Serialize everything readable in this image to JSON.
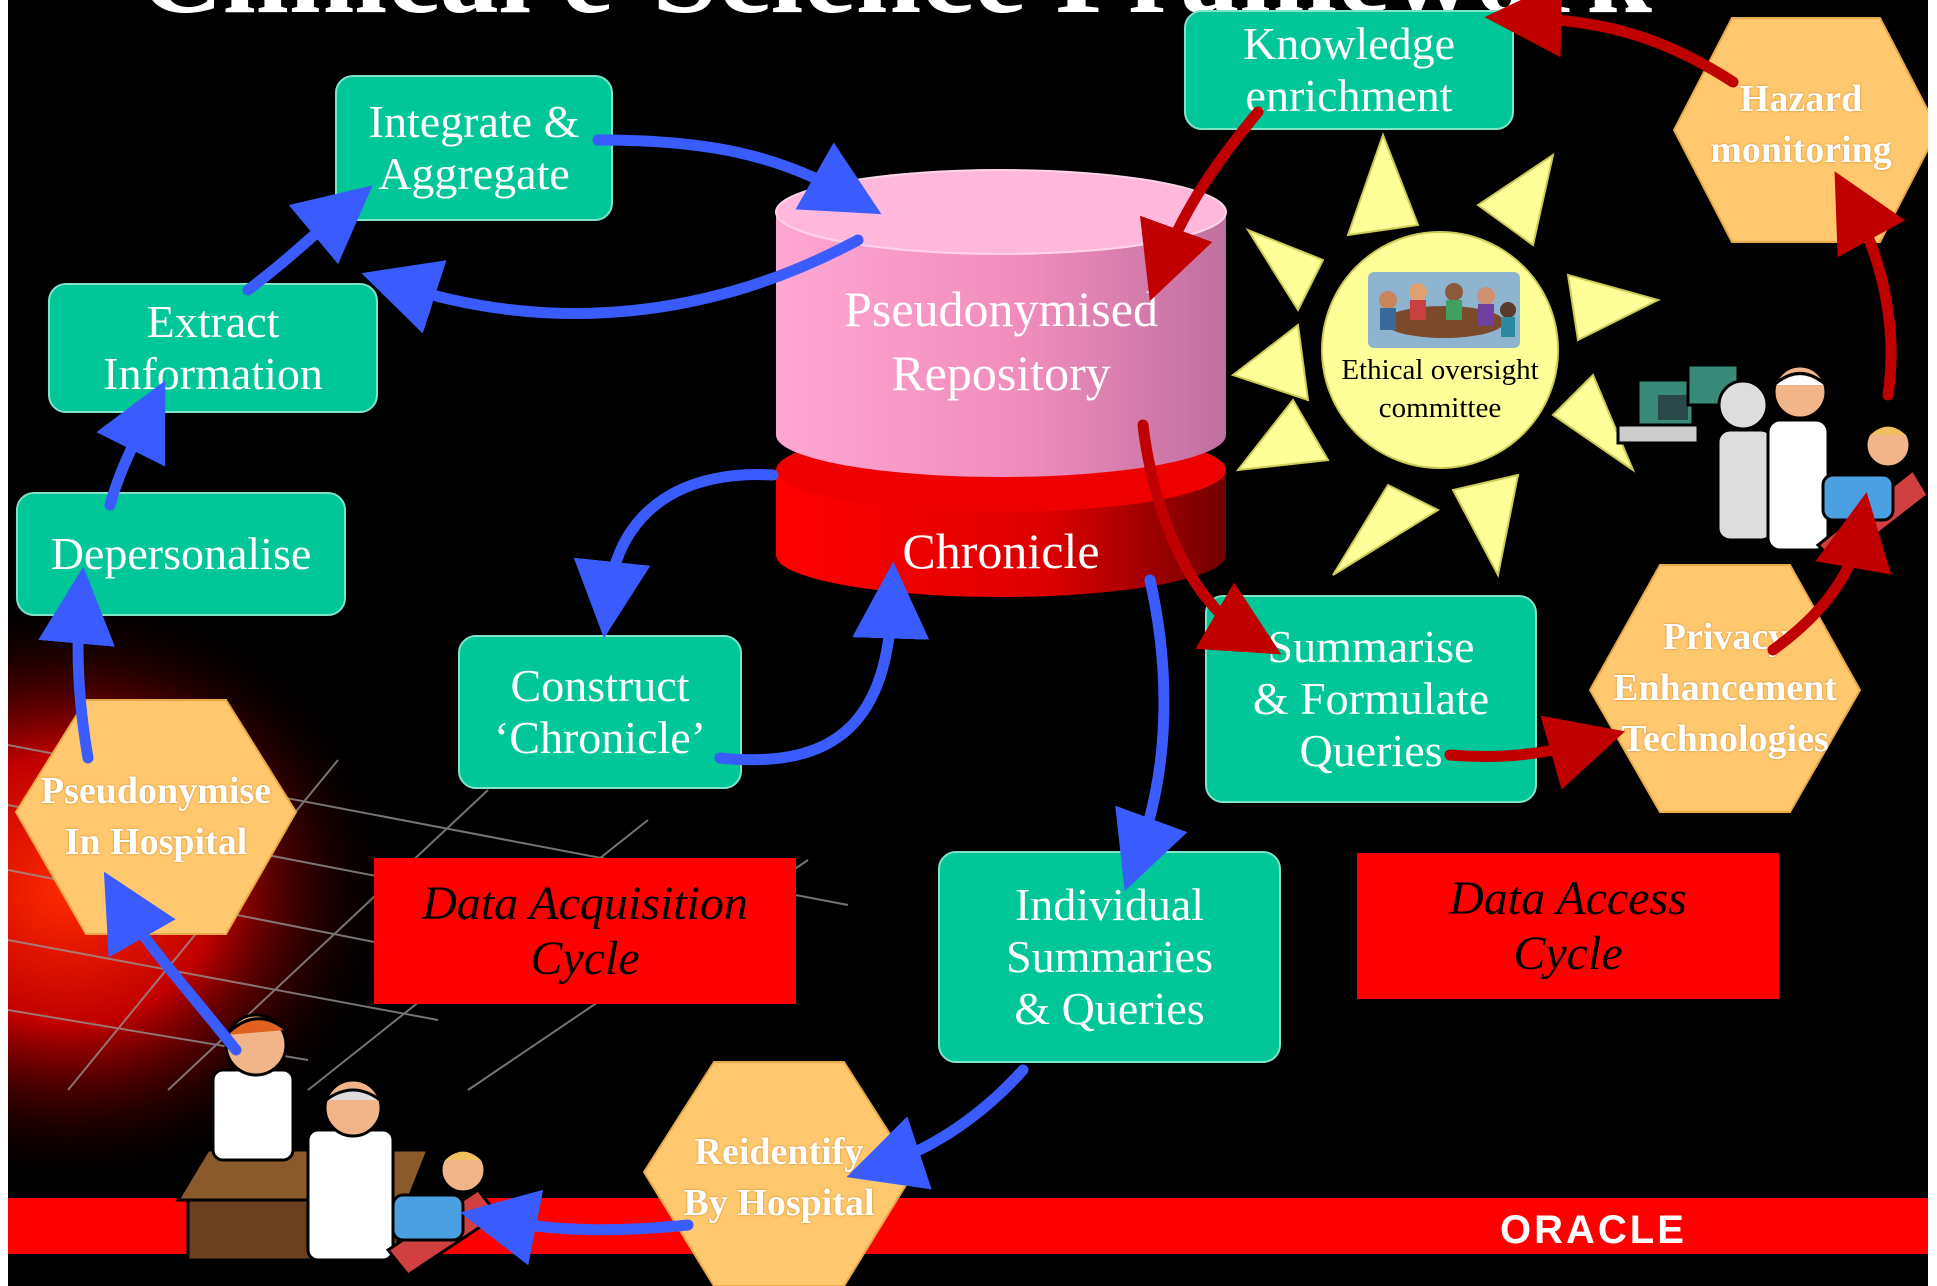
{
  "title": "Clinical e-Science Framework",
  "nodes": {
    "integrate": "Integrate &\nAggregate",
    "extract": "Extract\nInformation",
    "depersonalise": "Depersonalise",
    "construct": "Construct\n‘Chronicle’",
    "knowledge": "Knowledge\nenrichment",
    "summarise": "Summarise\n& Formulate\nQueries",
    "individual": "Individual\nSummaries\n& Queries"
  },
  "repository": {
    "top_label": "Pseudonymised\nRepository",
    "bottom_label": "Chronicle"
  },
  "hexagons": {
    "pseudonymise": "Pseudonymise\nIn Hospital",
    "reidentify": "Reidentify\nBy Hospital",
    "privacy": "Privacy\nEnhancement\nTechnologies",
    "hazard": "Hazard\nmonitoring"
  },
  "oversight": "Ethical oversight\ncommittee",
  "cycles": {
    "acquisition": "Data Acquisition\nCycle",
    "access": "Data Access\nCycle"
  },
  "brand": "ORACLE",
  "colors": {
    "node_green": "#00c698",
    "hex_orange": "#ffc86e",
    "cycle_red": "#ff0000",
    "arrow_blue": "#3a5cff",
    "arrow_red": "#c00000",
    "sun_yellow": "#ffff99"
  }
}
